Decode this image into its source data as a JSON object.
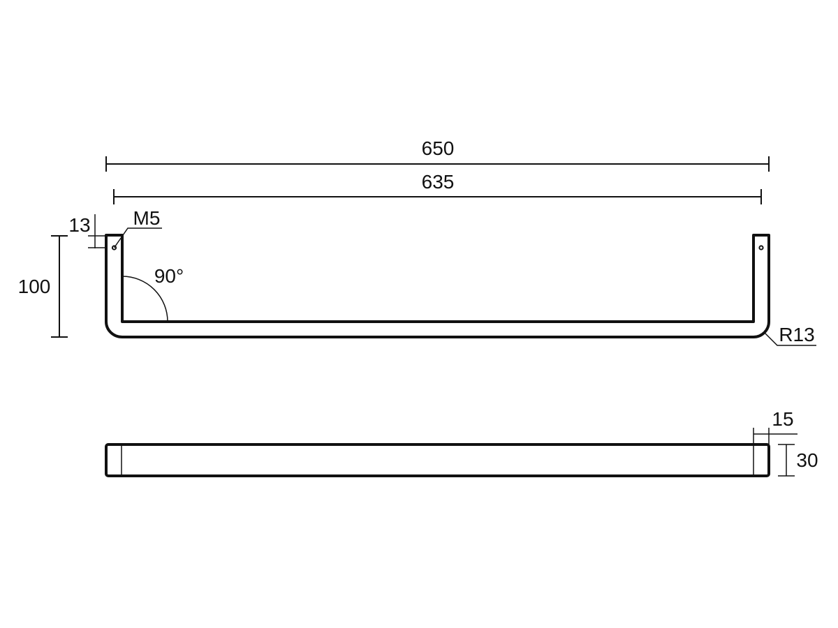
{
  "dimensions": {
    "overall_length": "650",
    "inner_length": "635",
    "height": "100",
    "hole_offset": "13",
    "thread": "M5",
    "angle": "90°",
    "bend_radius": "R13",
    "bar_width": "15",
    "bar_depth": "30"
  },
  "colors": {
    "line": "#111111",
    "background": "#ffffff"
  }
}
